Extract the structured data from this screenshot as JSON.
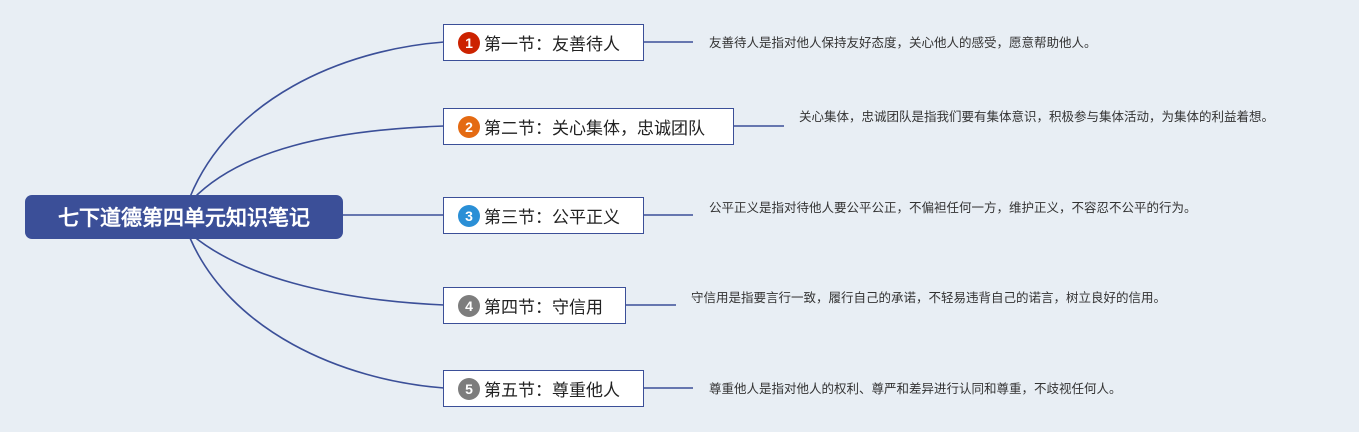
{
  "root": {
    "title": "七下道德第四单元知识笔记"
  },
  "colors": {
    "line": "#3b4f98",
    "badge_1": "#cc2200",
    "badge_2": "#e46a12",
    "badge_3": "#2a8fd6",
    "badge_4": "#7d7d7d",
    "badge_5": "#7d7d7d"
  },
  "sections": [
    {
      "number": "1",
      "title": "第一节：友善待人",
      "badge_color": "#cc2200",
      "description": "友善待人是指对他人保持友好态度，关心他人的感受，愿意帮助他人。"
    },
    {
      "number": "2",
      "title": "第二节：关心集体，忠诚团队",
      "badge_color": "#e46a12",
      "description": "关心集体，忠诚团队是指我们要有集体意识，积极参与集体活动，为集体的利益着想。"
    },
    {
      "number": "3",
      "title": "第三节：公平正义",
      "badge_color": "#2a8fd6",
      "description": "公平正义是指对待他人要公平公正，不偏袒任何一方，维护正义，不容忍不公平的行为。"
    },
    {
      "number": "4",
      "title": "第四节：守信用",
      "badge_color": "#7d7d7d",
      "description": "守信用是指要言行一致，履行自己的承诺，不轻易违背自己的诺言，树立良好的信用。"
    },
    {
      "number": "5",
      "title": "第五节：尊重他人",
      "badge_color": "#7d7d7d",
      "description": "尊重他人是指对他人的权利、尊严和差异进行认同和尊重，不歧视任何人。"
    }
  ]
}
